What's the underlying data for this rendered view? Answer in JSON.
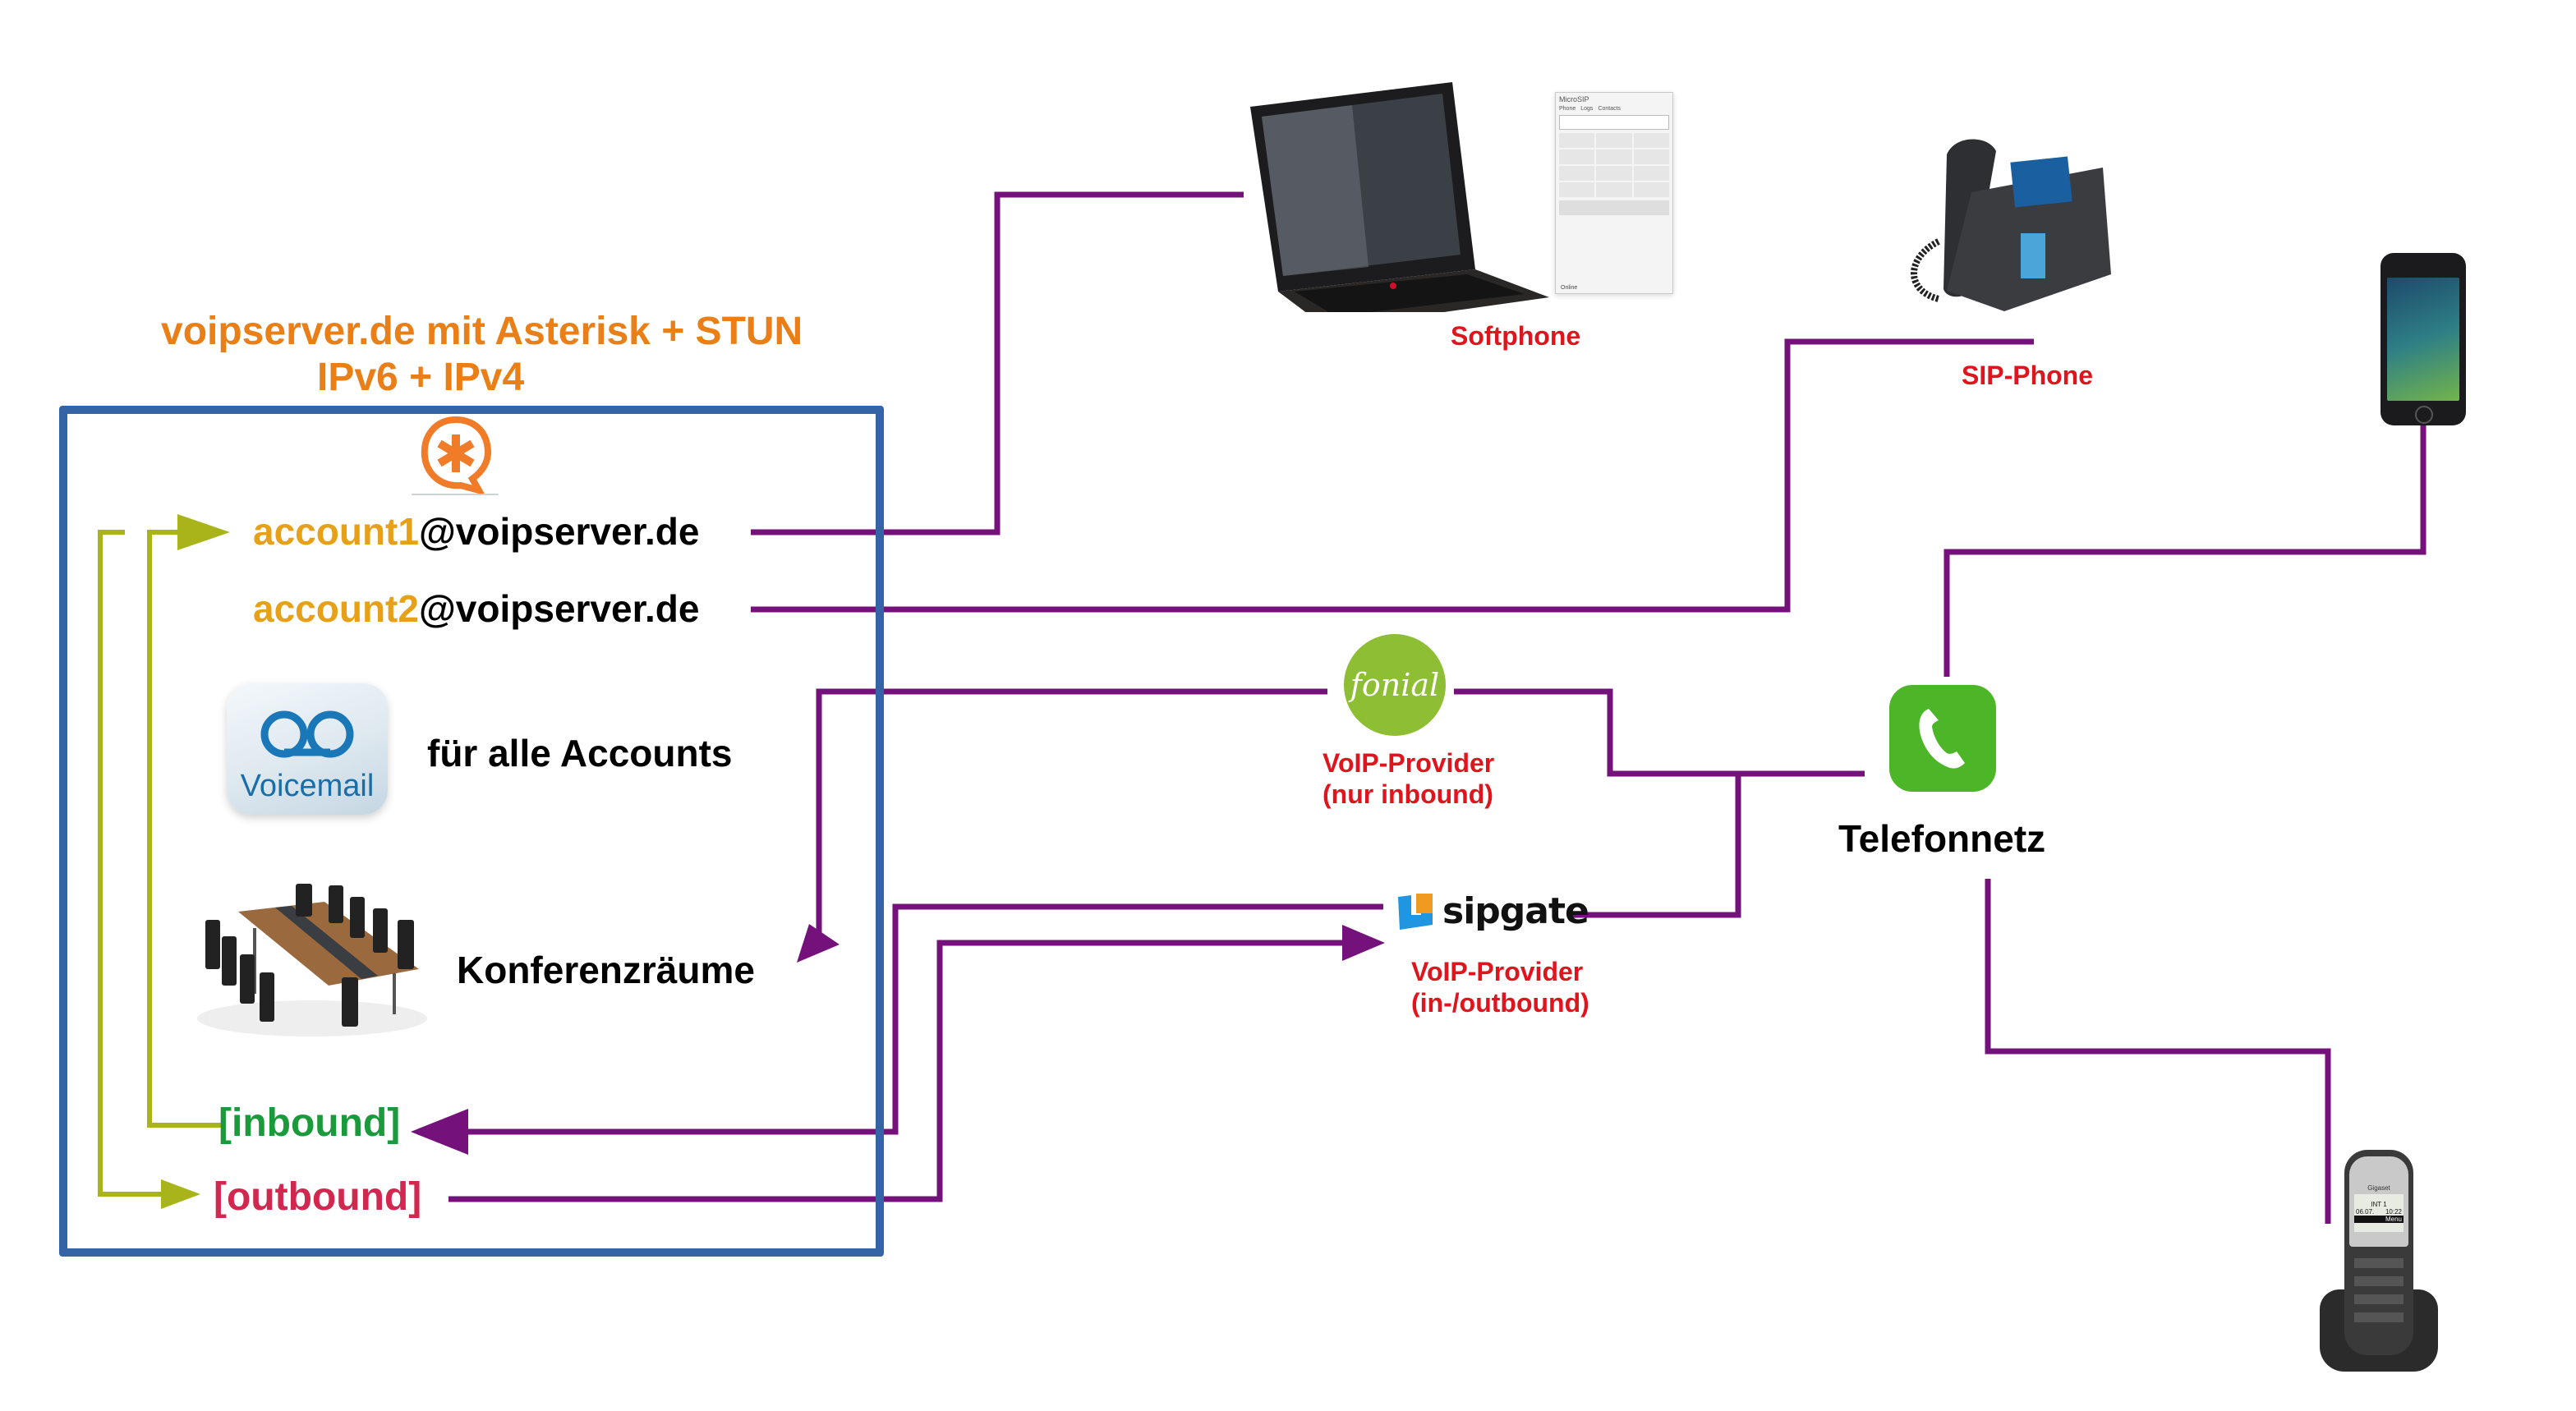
{
  "title": {
    "line1": "voipserver.de mit Asterisk + STUN",
    "line2": "IPv6 + IPv4"
  },
  "server": {
    "logo": "asterisk-logo",
    "accounts": [
      {
        "prefix": "account1",
        "domain": "@voipserver.de"
      },
      {
        "prefix": "account2",
        "domain": "@voipserver.de"
      }
    ],
    "voicemail": {
      "icon_label": "Voicemail",
      "text": "für alle Accounts"
    },
    "conference": {
      "text": "Konferenzräume"
    },
    "contexts": {
      "inbound": "[inbound]",
      "outbound": "[outbound]"
    }
  },
  "devices": {
    "softphone": {
      "label": "Softphone",
      "app_title": "MicroSIP",
      "app_tabs": [
        "Phone",
        "Logs",
        "Contacts"
      ],
      "status": "Online"
    },
    "sip_phone": {
      "label": "SIP-Phone"
    },
    "mobile": {
      "label": ""
    },
    "cordless": {
      "brand": "Gigaset",
      "screen_line1": "INT 1",
      "screen_date": "06.07.",
      "screen_time": "10:22",
      "screen_menu": "Menu"
    }
  },
  "providers": {
    "fonial": {
      "logo_text": "fonial",
      "label_line1": "VoIP-Provider",
      "label_line2": "(nur inbound)"
    },
    "sipgate": {
      "logo_text": "sipgate",
      "label_line1": "VoIP-Provider",
      "label_line2": "(in-/outbound)"
    }
  },
  "network": {
    "label": "Telefonnetz"
  },
  "colors": {
    "title": "#E97F16",
    "account_prefix": "#E6A118",
    "box": "#3464A6",
    "wire": "#74117A",
    "internal_route": "#A8B41A",
    "inbound": "#1A9A3A",
    "outbound": "#D0284F",
    "device_label": "#E0141C",
    "phone_icon": "#4CB528",
    "fonial": "#8DBE33"
  }
}
